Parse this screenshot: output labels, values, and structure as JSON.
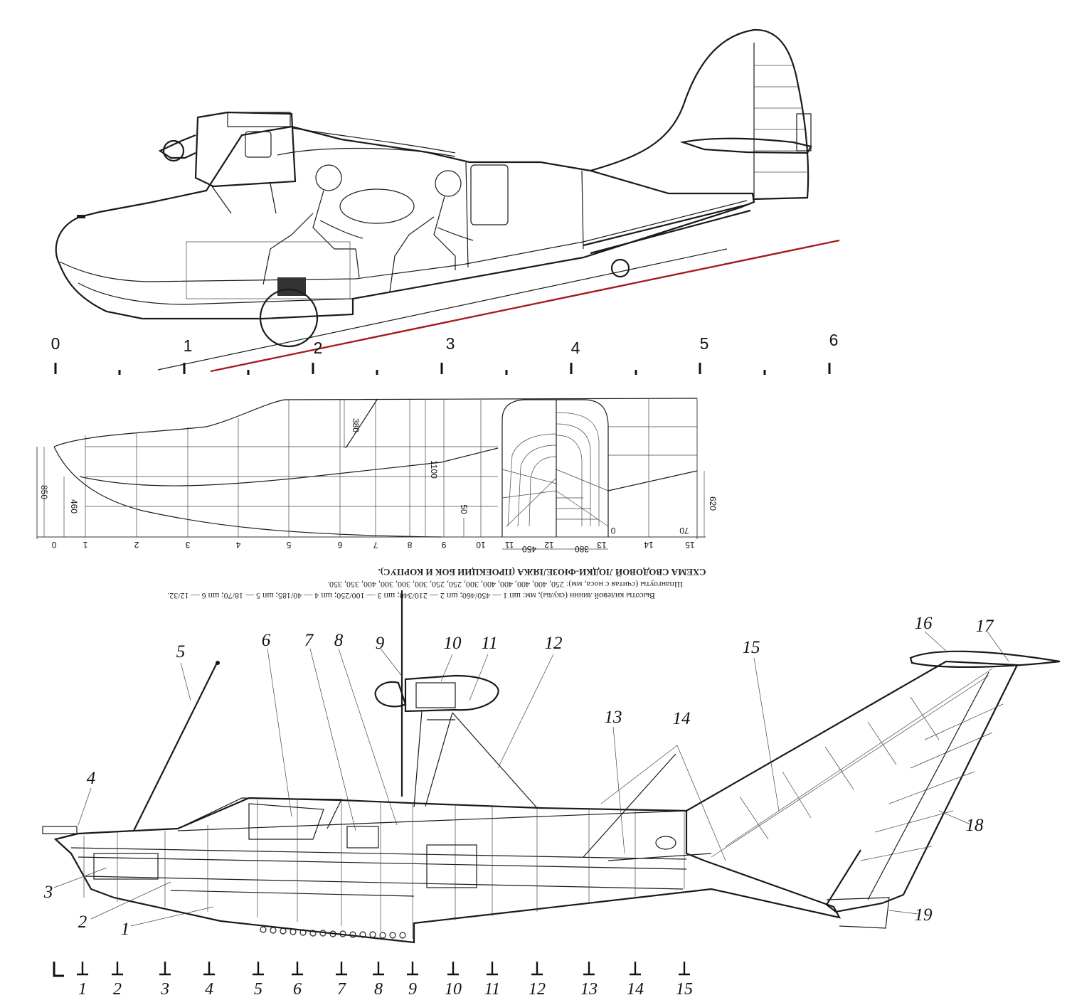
{
  "side_view": {
    "scale_labels": [
      "0",
      "1",
      "2",
      "3",
      "4",
      "5",
      "6"
    ],
    "waterline_color": "#a51c1c"
  },
  "lines_drawing": {
    "station_labels": [
      "0",
      "1",
      "2",
      "3",
      "4",
      "5",
      "6",
      "7",
      "8",
      "9",
      "10",
      "11",
      "12",
      "13",
      "14",
      "15"
    ],
    "dimensions": {
      "d_380_top": "380",
      "d_1100": "1100",
      "d_850": "850",
      "d_460": "460",
      "d_50": "50",
      "d_620": "620",
      "d_450": "450",
      "d_380_bottom": "380",
      "d_70": "70",
      "d_0": "0"
    },
    "caption_title": "СХЕМА СВОДОВОЙ ЛОДКИ-ФЮЗЕЛЯЖА (ПРОЕКЦИИ БОК И КОРПУС).",
    "caption_line_1": "Шпангоуты (считая с носа, мм): 250, 400, 400, 400, 400, 300, 250, 250, 300, 300, 300, 400, 350, 350.",
    "caption_line_2": "Высоты килевой линии (скулы), мм: шп 1 — 450/460; шп 2 — 210/340; шп 3 — 100/250; шп 4 — 40/185; шп 5 — 18/70; шп 6 — 12/32."
  },
  "structure_view": {
    "callouts": [
      "1",
      "2",
      "3",
      "4",
      "5",
      "6",
      "7",
      "8",
      "9",
      "10",
      "11",
      "12",
      "13",
      "14",
      "15",
      "16",
      "17",
      "18",
      "19"
    ],
    "frame_marker": "L",
    "frame_labels": [
      "1",
      "2",
      "3",
      "4",
      "5",
      "6",
      "7",
      "8",
      "9",
      "10",
      "11",
      "12",
      "13",
      "14",
      "15"
    ]
  }
}
